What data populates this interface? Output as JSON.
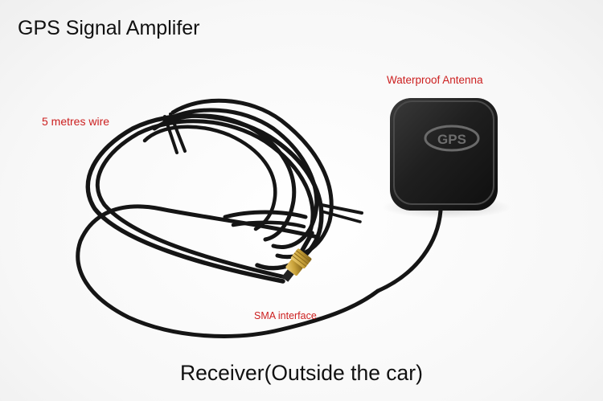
{
  "title": "GPS Signal Amplifer",
  "callouts": {
    "antenna": "Waterproof Antenna",
    "wire": "5 metres wire",
    "sma": "SMA interface"
  },
  "antenna_logo": "GPS",
  "caption": "Receiver(Outside the car)",
  "colors": {
    "title_text": "#111111",
    "callout_text": "#cc1f1f",
    "cable": "#151515",
    "antenna_body": "#1c1c1c",
    "connector": "#c9a23a"
  }
}
